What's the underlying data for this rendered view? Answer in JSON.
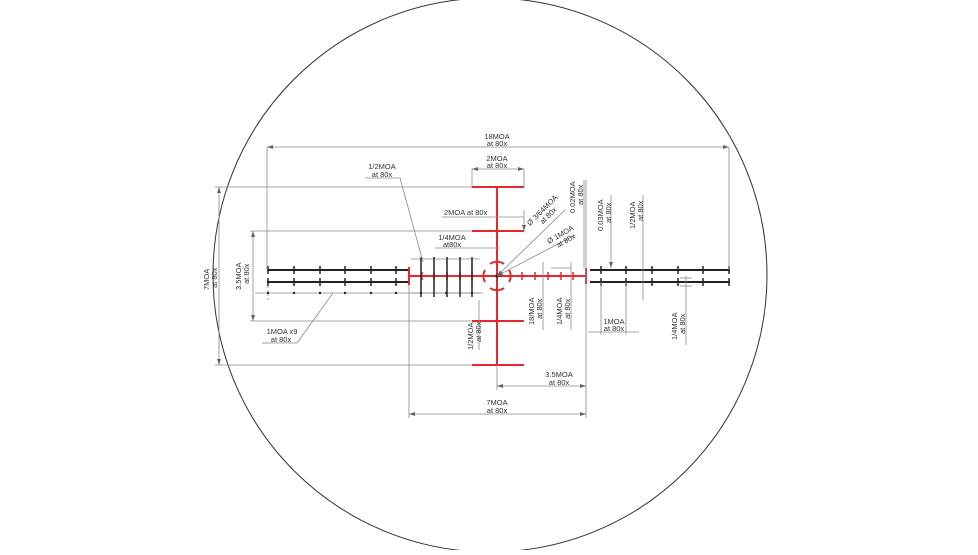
{
  "diagram": {
    "title": "Reticle dimension drawing",
    "colors": {
      "reticle_red": "#e8262b",
      "reticle_black": "#222222",
      "dimension_gray": "#8a8a8a",
      "outline": "#333333"
    },
    "labels": {
      "top_width": [
        "18MOA",
        "at 80x"
      ],
      "top_bar": [
        "2MOA",
        "at 80x"
      ],
      "half_moa": [
        "1/2MOA",
        "at 80x"
      ],
      "bar_gap": "2MOA at 80x",
      "quarter_moa_left": [
        "1/4MOA",
        "at80x"
      ],
      "dot_diameter": [
        "Ø 3/64MOA",
        "at 80x"
      ],
      "ring_diameter": [
        "Ø 1MOA",
        "at 80x"
      ],
      "line_thickness": [
        "0.02MOA",
        "at 80x"
      ],
      "black_thickness": [
        "0.03MOA",
        "at 80x"
      ],
      "right_half_moa": [
        "1/2MOA",
        "at 80x"
      ],
      "left_height": [
        "7MOA",
        "at 80x"
      ],
      "inner_height": [
        "3.5MOA",
        "at 80x"
      ],
      "one_moa_x9": [
        "1MOA x9",
        "at 80x"
      ],
      "lower_half_moa": [
        "1/2MOA",
        "at 80x"
      ],
      "eighteenth_moa": [
        "18/MOA",
        "at 80x"
      ],
      "quarter_moa_mid": [
        "1/4MOA",
        "at 80x"
      ],
      "one_moa_right": [
        "1MOA",
        "at 80x"
      ],
      "quarter_moa_right": [
        "1/4MOA",
        "at 80x"
      ],
      "bottom_half_width": [
        "3.5MOA",
        "at 80x"
      ],
      "bottom_width": [
        "7MOA",
        "at 80x"
      ]
    }
  }
}
